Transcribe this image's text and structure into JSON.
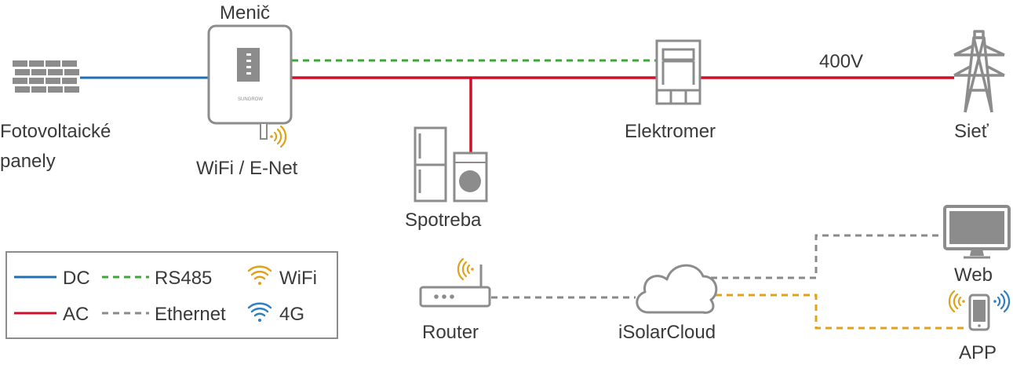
{
  "colors": {
    "dc": "#1f6fb2",
    "ac": "#d0102a",
    "rs485": "#3aa935",
    "ethernet": "#8a8a8a",
    "wifi": "#e0a21a",
    "g4": "#2f7fc1",
    "device": "#8c8c8c",
    "text": "#3a3a3a"
  },
  "labels": {
    "inverter": "Menič",
    "panels_line1": "Fotovoltaické",
    "panels_line2": "panely",
    "wifi_enet": "WiFi / E-Net",
    "consumption": "Spotreba",
    "meter": "Elektromer",
    "voltage": "400V",
    "grid": "Sieť",
    "router": "Router",
    "cloud": "iSolarCloud",
    "web": "Web",
    "app": "APP",
    "inverter_brand": "SUNGROW"
  },
  "legend": {
    "items": [
      {
        "label": "DC",
        "type": "dc"
      },
      {
        "label": "RS485",
        "type": "rs485"
      },
      {
        "label": "WiFi",
        "type": "wifi"
      },
      {
        "label": "AC",
        "type": "ac"
      },
      {
        "label": "Ethernet",
        "type": "ethernet"
      },
      {
        "label": "4G",
        "type": "g4"
      }
    ]
  },
  "icons": {
    "panels": "solar-panel-icon",
    "inverter": "inverter-icon",
    "fridge": "fridge-icon",
    "washer": "washing-machine-icon",
    "meter": "electricity-meter-icon",
    "tower": "transmission-tower-icon",
    "router": "router-icon",
    "cloud": "cloud-icon",
    "monitor": "monitor-icon",
    "phone": "smartphone-icon",
    "wifi": "wifi-icon",
    "signal4g": "4g-signal-icon"
  }
}
